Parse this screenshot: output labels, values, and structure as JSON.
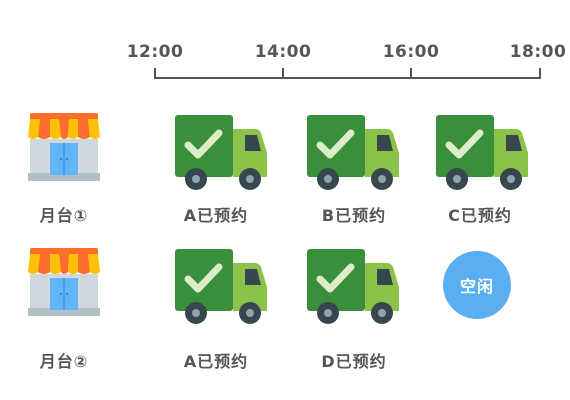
{
  "timeline": {
    "ticks": [
      "12:00",
      "14:00",
      "16:00",
      "18:00"
    ]
  },
  "docks": [
    {
      "label": "月台①",
      "bookings": [
        "A已预约",
        "B已预约",
        "C已预约"
      ]
    },
    {
      "label": "月台②",
      "bookings": [
        "A已预约",
        "D已预约"
      ],
      "idle_label": "空闲"
    }
  ],
  "colors": {
    "axis": "#555555",
    "text": "#555555",
    "truck_cargo": "#3a8f3a",
    "truck_cab": "#8bc34a",
    "truck_window": "#37474f",
    "check": "#dcedc8",
    "idle_badge": "#5aaef2",
    "store_awning_orange": "#ff6d2d",
    "store_awning_yellow": "#ffc107",
    "store_door": "#64b5f6",
    "store_wall": "#cfd8dc"
  },
  "icons": {
    "dock": "store-icon",
    "booking": "delivery-truck-check-icon"
  }
}
